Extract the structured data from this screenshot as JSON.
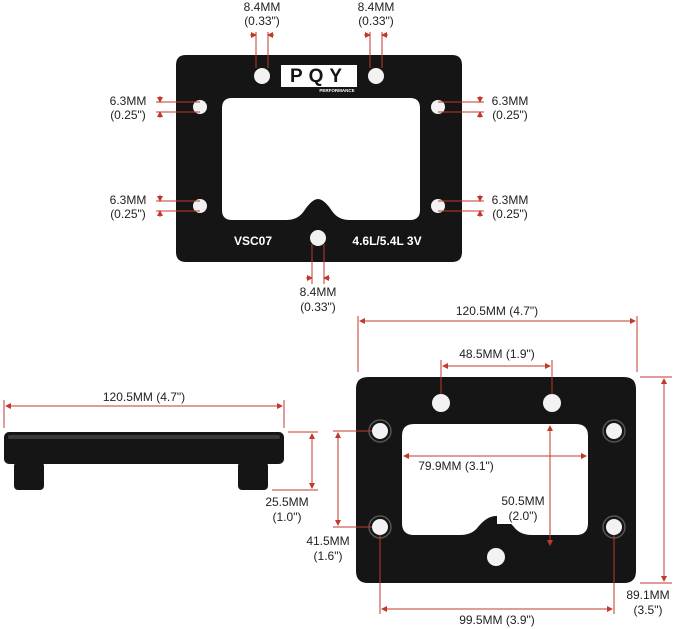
{
  "colors": {
    "plate": "#151515",
    "dim_line": "#c0392b",
    "text": "#222222",
    "hole": "#f2f2f2"
  },
  "top_view": {
    "logo_text": "PQY",
    "logo_sub": "PERFORMANCE",
    "model": "VSC07",
    "engine": "4.6L/5.4L 3V",
    "dims": {
      "hole_tl_mm": "8.4MM",
      "hole_tl_in": "(0.33\")",
      "hole_tr_mm": "8.4MM",
      "hole_tr_in": "(0.33\")",
      "side_ul_mm": "6.3MM",
      "side_ul_in": "(0.25\")",
      "side_ur_mm": "6.3MM",
      "side_ur_in": "(0.25\")",
      "side_ll_mm": "6.3MM",
      "side_ll_in": "(0.25\")",
      "side_lr_mm": "6.3MM",
      "side_lr_in": "(0.25\")",
      "hole_b_mm": "8.4MM",
      "hole_b_in": "(0.33\")"
    }
  },
  "side_view": {
    "width": "120.5MM (4.7\")",
    "height_mm": "25.5MM",
    "height_in": "(1.0\")"
  },
  "plan_view": {
    "width": "120.5MM (4.7\")",
    "top_holes": "48.5MM (1.9\")",
    "opening_w": "79.9MM (3.1\")",
    "opening_h_mm": "50.5MM",
    "opening_h_in": "(2.0\")",
    "side_holes_mm": "41.5MM",
    "side_holes_in": "(1.6\")",
    "bottom_holes": "99.5MM (3.9\")",
    "height_mm": "89.1MM",
    "height_in": "(3.5\")"
  }
}
